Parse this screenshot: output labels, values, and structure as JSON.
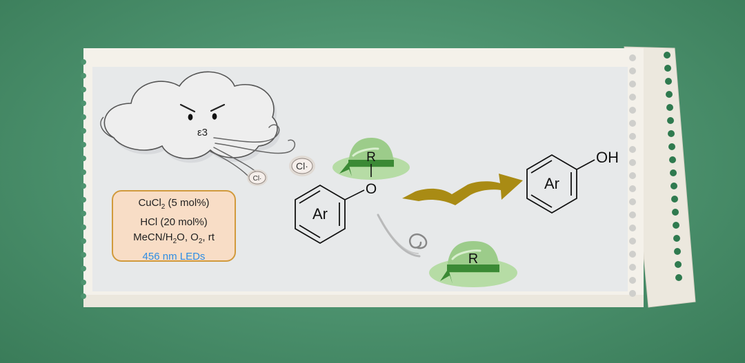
{
  "labels": {
    "chlorine_radical_large": "Cl·",
    "chlorine_radical_small": "Cl·",
    "cloud_mouth": "ε3",
    "reactant_ring": "Ar",
    "reactant_group": "R",
    "reactant_oxygen": "O",
    "byproduct_group": "R",
    "product_ring": "Ar",
    "product_group": "OH"
  },
  "conditions": {
    "catalyst": "CuCl",
    "catalyst_sub": "2",
    "catalyst_amount": " (5 mol%)",
    "acid": "HCl (20 mol%)",
    "solvent_a": "MeCN/H",
    "solvent_sub1": "2",
    "solvent_b": "O, O",
    "solvent_sub2": "2",
    "solvent_c": ", rt",
    "light": "456 nm LEDs"
  },
  "colors": {
    "background": "#4e9470",
    "paper": "#f4f1ea",
    "panel": "#e7e9ea",
    "hat_green": "#9ccc8a",
    "hat_band": "#3b8a35",
    "arrow_gold": "#a98b14",
    "conditions_border": "#d19a3c",
    "conditions_fill": "#f8ddc6",
    "light_text": "#2d8de4"
  }
}
